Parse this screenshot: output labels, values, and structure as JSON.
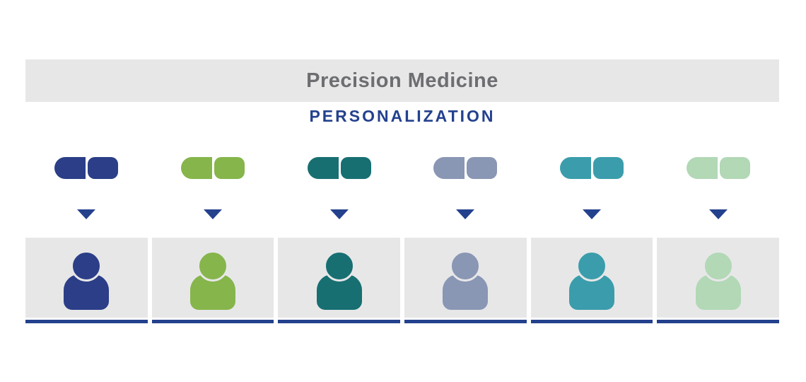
{
  "header": {
    "title": "Precision Medicine",
    "subtitle": "PERSONALIZATION"
  },
  "colors": {
    "background": "#ffffff",
    "panel_gray": "#e7e7e8",
    "title_gray": "#6d6e71",
    "accent_navy": "#24418e"
  },
  "icons": {
    "treatment": "pill-icon",
    "mapping": "arrow-down-icon",
    "patient": "person-icon"
  },
  "groups": [
    {
      "name": "navy",
      "color": "#2b3e87"
    },
    {
      "name": "green",
      "color": "#86b54b"
    },
    {
      "name": "dark-teal",
      "color": "#176f72"
    },
    {
      "name": "slate-blue",
      "color": "#8996b4"
    },
    {
      "name": "teal",
      "color": "#3b9dab"
    },
    {
      "name": "light-green",
      "color": "#b2d8b6"
    }
  ]
}
